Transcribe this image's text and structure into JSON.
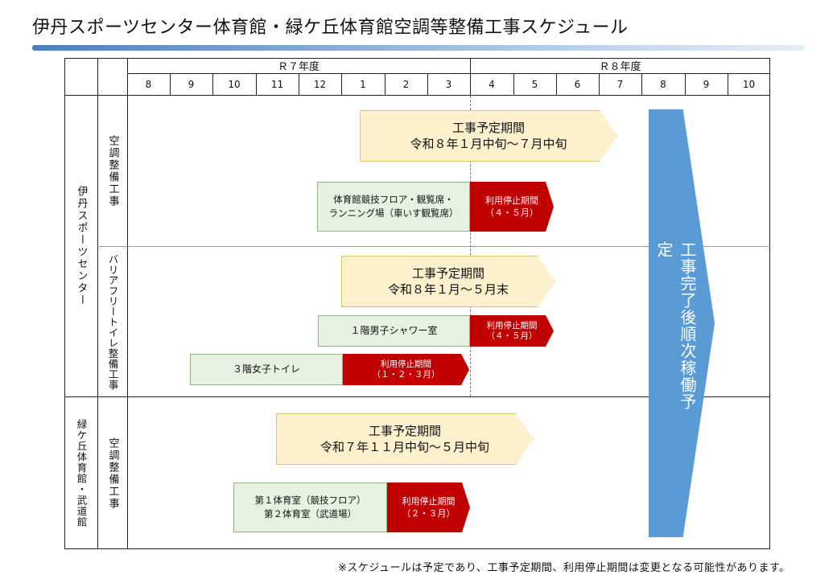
{
  "title": "伊丹スポーツセンター体育館・緑ケ丘体育館空調等整備工事スケジュール",
  "header": {
    "fy7": "Ｒ７年度",
    "fy8": "Ｒ８年度",
    "months": [
      "8",
      "9",
      "10",
      "11",
      "12",
      "1",
      "2",
      "3",
      "4",
      "5",
      "6",
      "7",
      "8",
      "9",
      "10"
    ]
  },
  "rows": {
    "itami": "伊丹スポーツセンター",
    "itami_aircon": "空調整備工事",
    "itami_barrierfree": "バリアフリートイレ整備工事",
    "midori": "緑ケ丘体育館・武道館",
    "midori_aircon": "空調整備工事"
  },
  "bars": {
    "itami_ac_plan": {
      "line1": "工事予定期間",
      "line2": "令和８年１月中旬～７月中旬"
    },
    "itami_ac_area": {
      "line1": "体育館競技フロア・観覧席・",
      "line2": "ランニング場（車いす観覧席）"
    },
    "itami_ac_stop": {
      "line1": "利用停止期間",
      "line2": "（４・５月）"
    },
    "bf_plan": {
      "line1": "工事予定期間",
      "line2": "令和８年１月～５月末"
    },
    "bf_1f": "１階男子シャワー室",
    "bf_1f_stop": {
      "line1": "利用停止期間",
      "line2": "（４・５月）"
    },
    "bf_3f": "３階女子トイレ",
    "bf_3f_stop": {
      "line1": "利用停止期間",
      "line2": "（１・２・３月）"
    },
    "midori_plan": {
      "line1": "工事予定期間",
      "line2": "令和７年１１月中旬～５月中旬"
    },
    "midori_area": {
      "line1": "第１体育室（競技フロア）",
      "line2": "第２体育室（武道場）"
    },
    "midori_stop": {
      "line1": "利用停止期間",
      "line2": "（２・３月）"
    }
  },
  "after_completion": "工事完了後順次稼働予定",
  "note": "※スケジュールは予定であり、工事予定期間、利用停止期間は変更となる可能性があります。",
  "colors": {
    "plan_fill": "#fdf0cc",
    "area_fill": "#e6f1e2",
    "stop_fill": "#c00000",
    "completion_arrow": "#5b9bd5"
  }
}
